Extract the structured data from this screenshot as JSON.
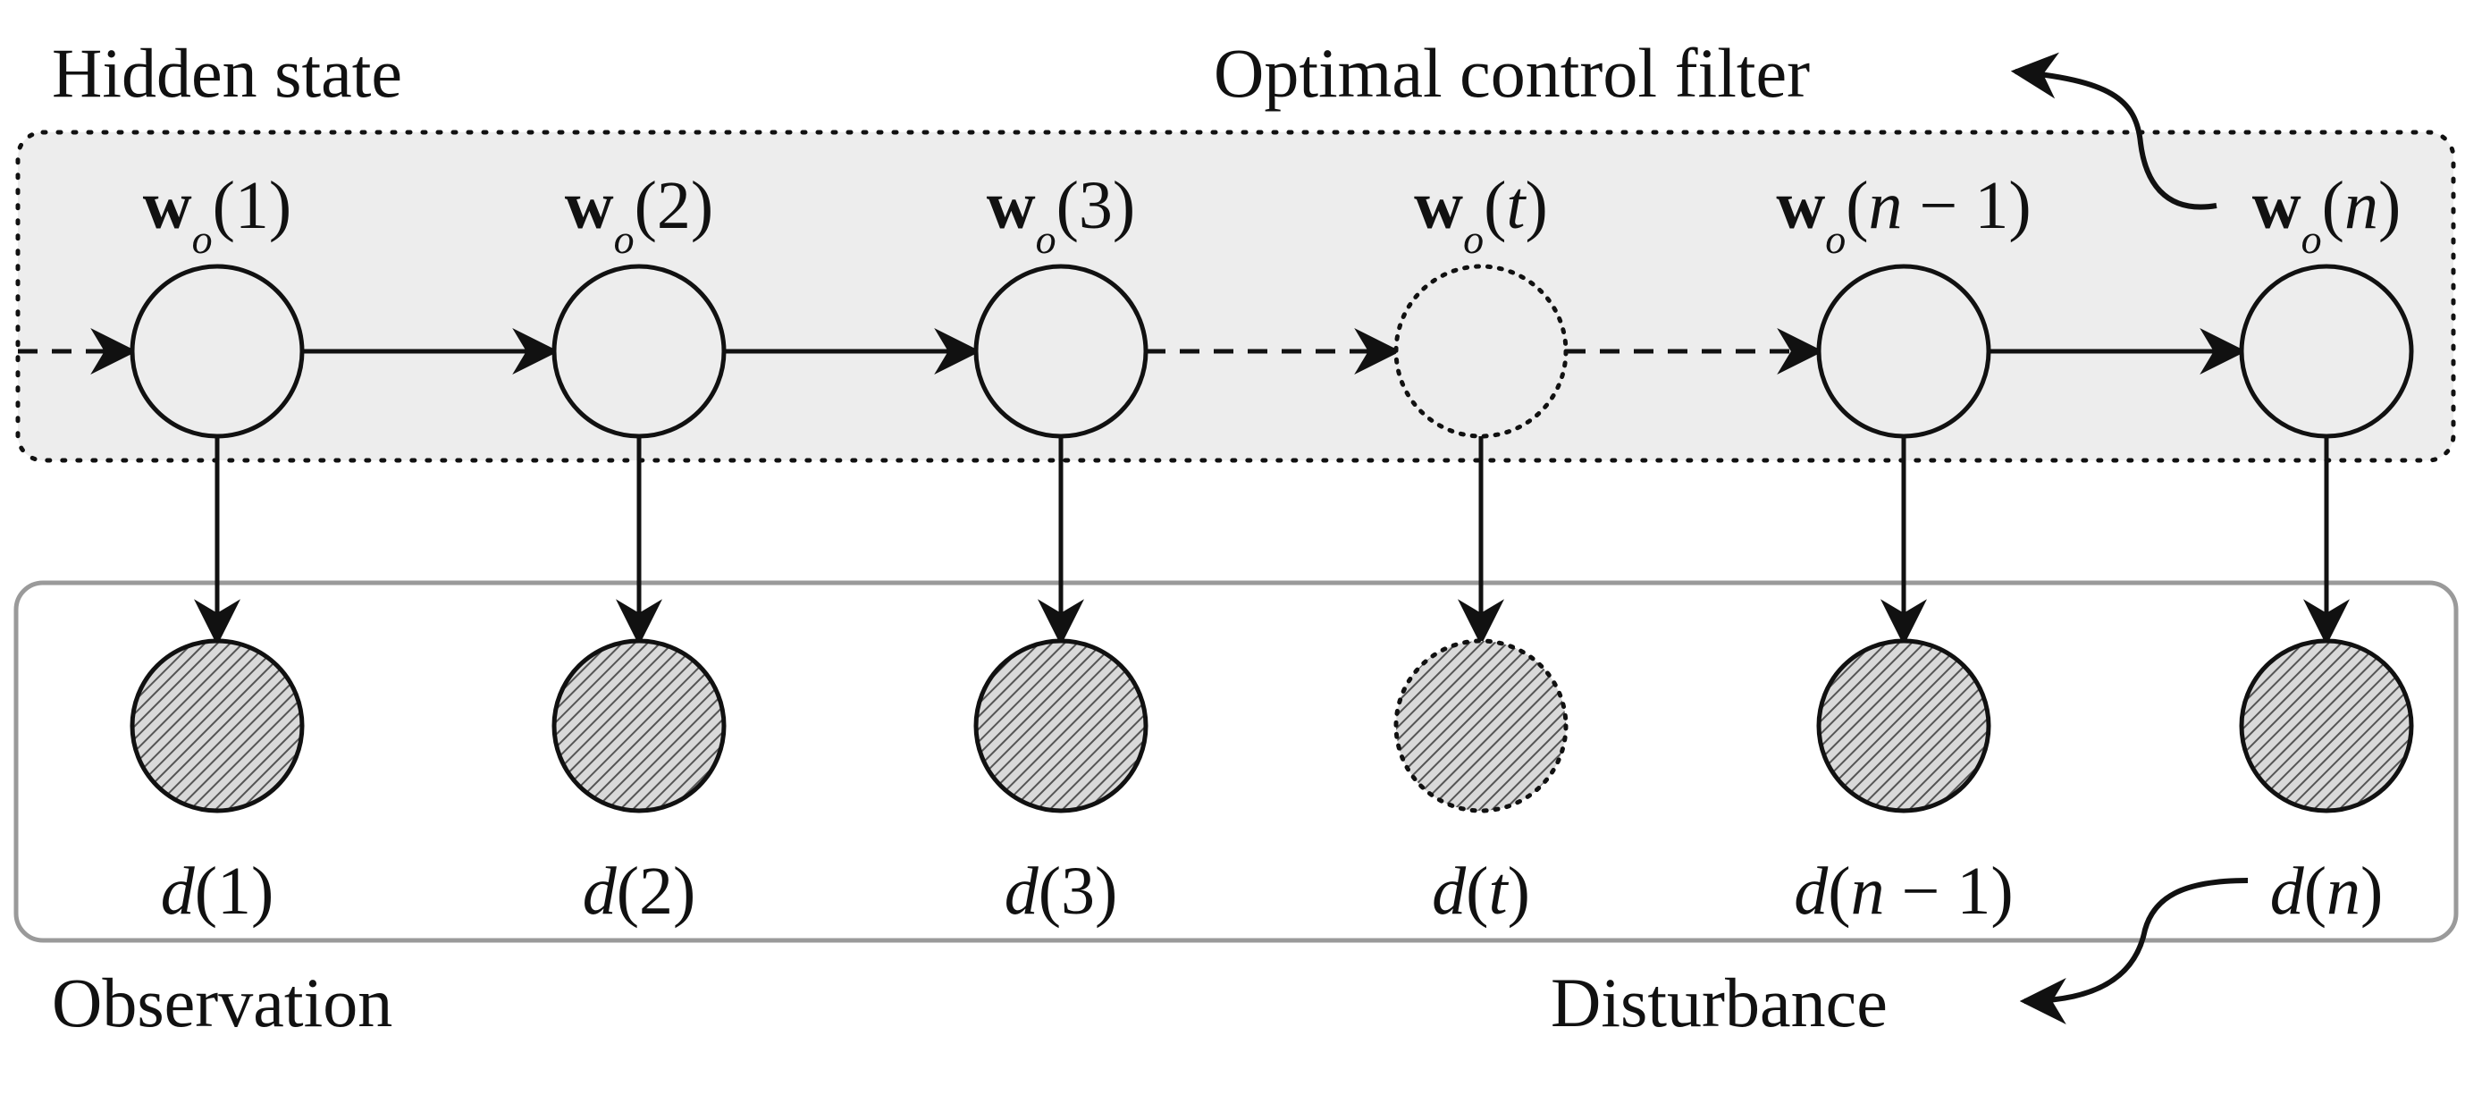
{
  "labels": {
    "hidden_state": "Hidden state",
    "optimal_filter": "Optimal control filter",
    "observation": "Observation",
    "disturbance": "Disturbance"
  },
  "hidden_nodes": [
    {
      "bold": "w",
      "sub": "o",
      "arg": "(1)",
      "style": "solid"
    },
    {
      "bold": "w",
      "sub": "o",
      "arg": "(2)",
      "style": "solid"
    },
    {
      "bold": "w",
      "sub": "o",
      "arg": "(3)",
      "style": "solid"
    },
    {
      "bold": "w",
      "sub": "o",
      "arg": "(t)",
      "style": "dotted"
    },
    {
      "bold": "w",
      "sub": "o",
      "arg": "(n − 1)",
      "style": "solid"
    },
    {
      "bold": "w",
      "sub": "o",
      "arg": "(n)",
      "style": "solid"
    }
  ],
  "observed_nodes": [
    {
      "base": "d",
      "arg": "(1)",
      "style": "solid"
    },
    {
      "base": "d",
      "arg": "(2)",
      "style": "solid"
    },
    {
      "base": "d",
      "arg": "(3)",
      "style": "solid"
    },
    {
      "base": "d",
      "arg": "(t)",
      "style": "dotted"
    },
    {
      "base": "d",
      "arg": "(n − 1)",
      "style": "solid"
    },
    {
      "base": "d",
      "arg": "(n)",
      "style": "solid"
    }
  ],
  "chain_edges": [
    "dashed",
    "solid",
    "solid",
    "dashed",
    "dashed",
    "solid"
  ],
  "colors": {
    "hidden_panel_fill": "#ededed",
    "observation_border": "#9a9a9a",
    "stroke": "#111111",
    "hatch": "#555555"
  }
}
